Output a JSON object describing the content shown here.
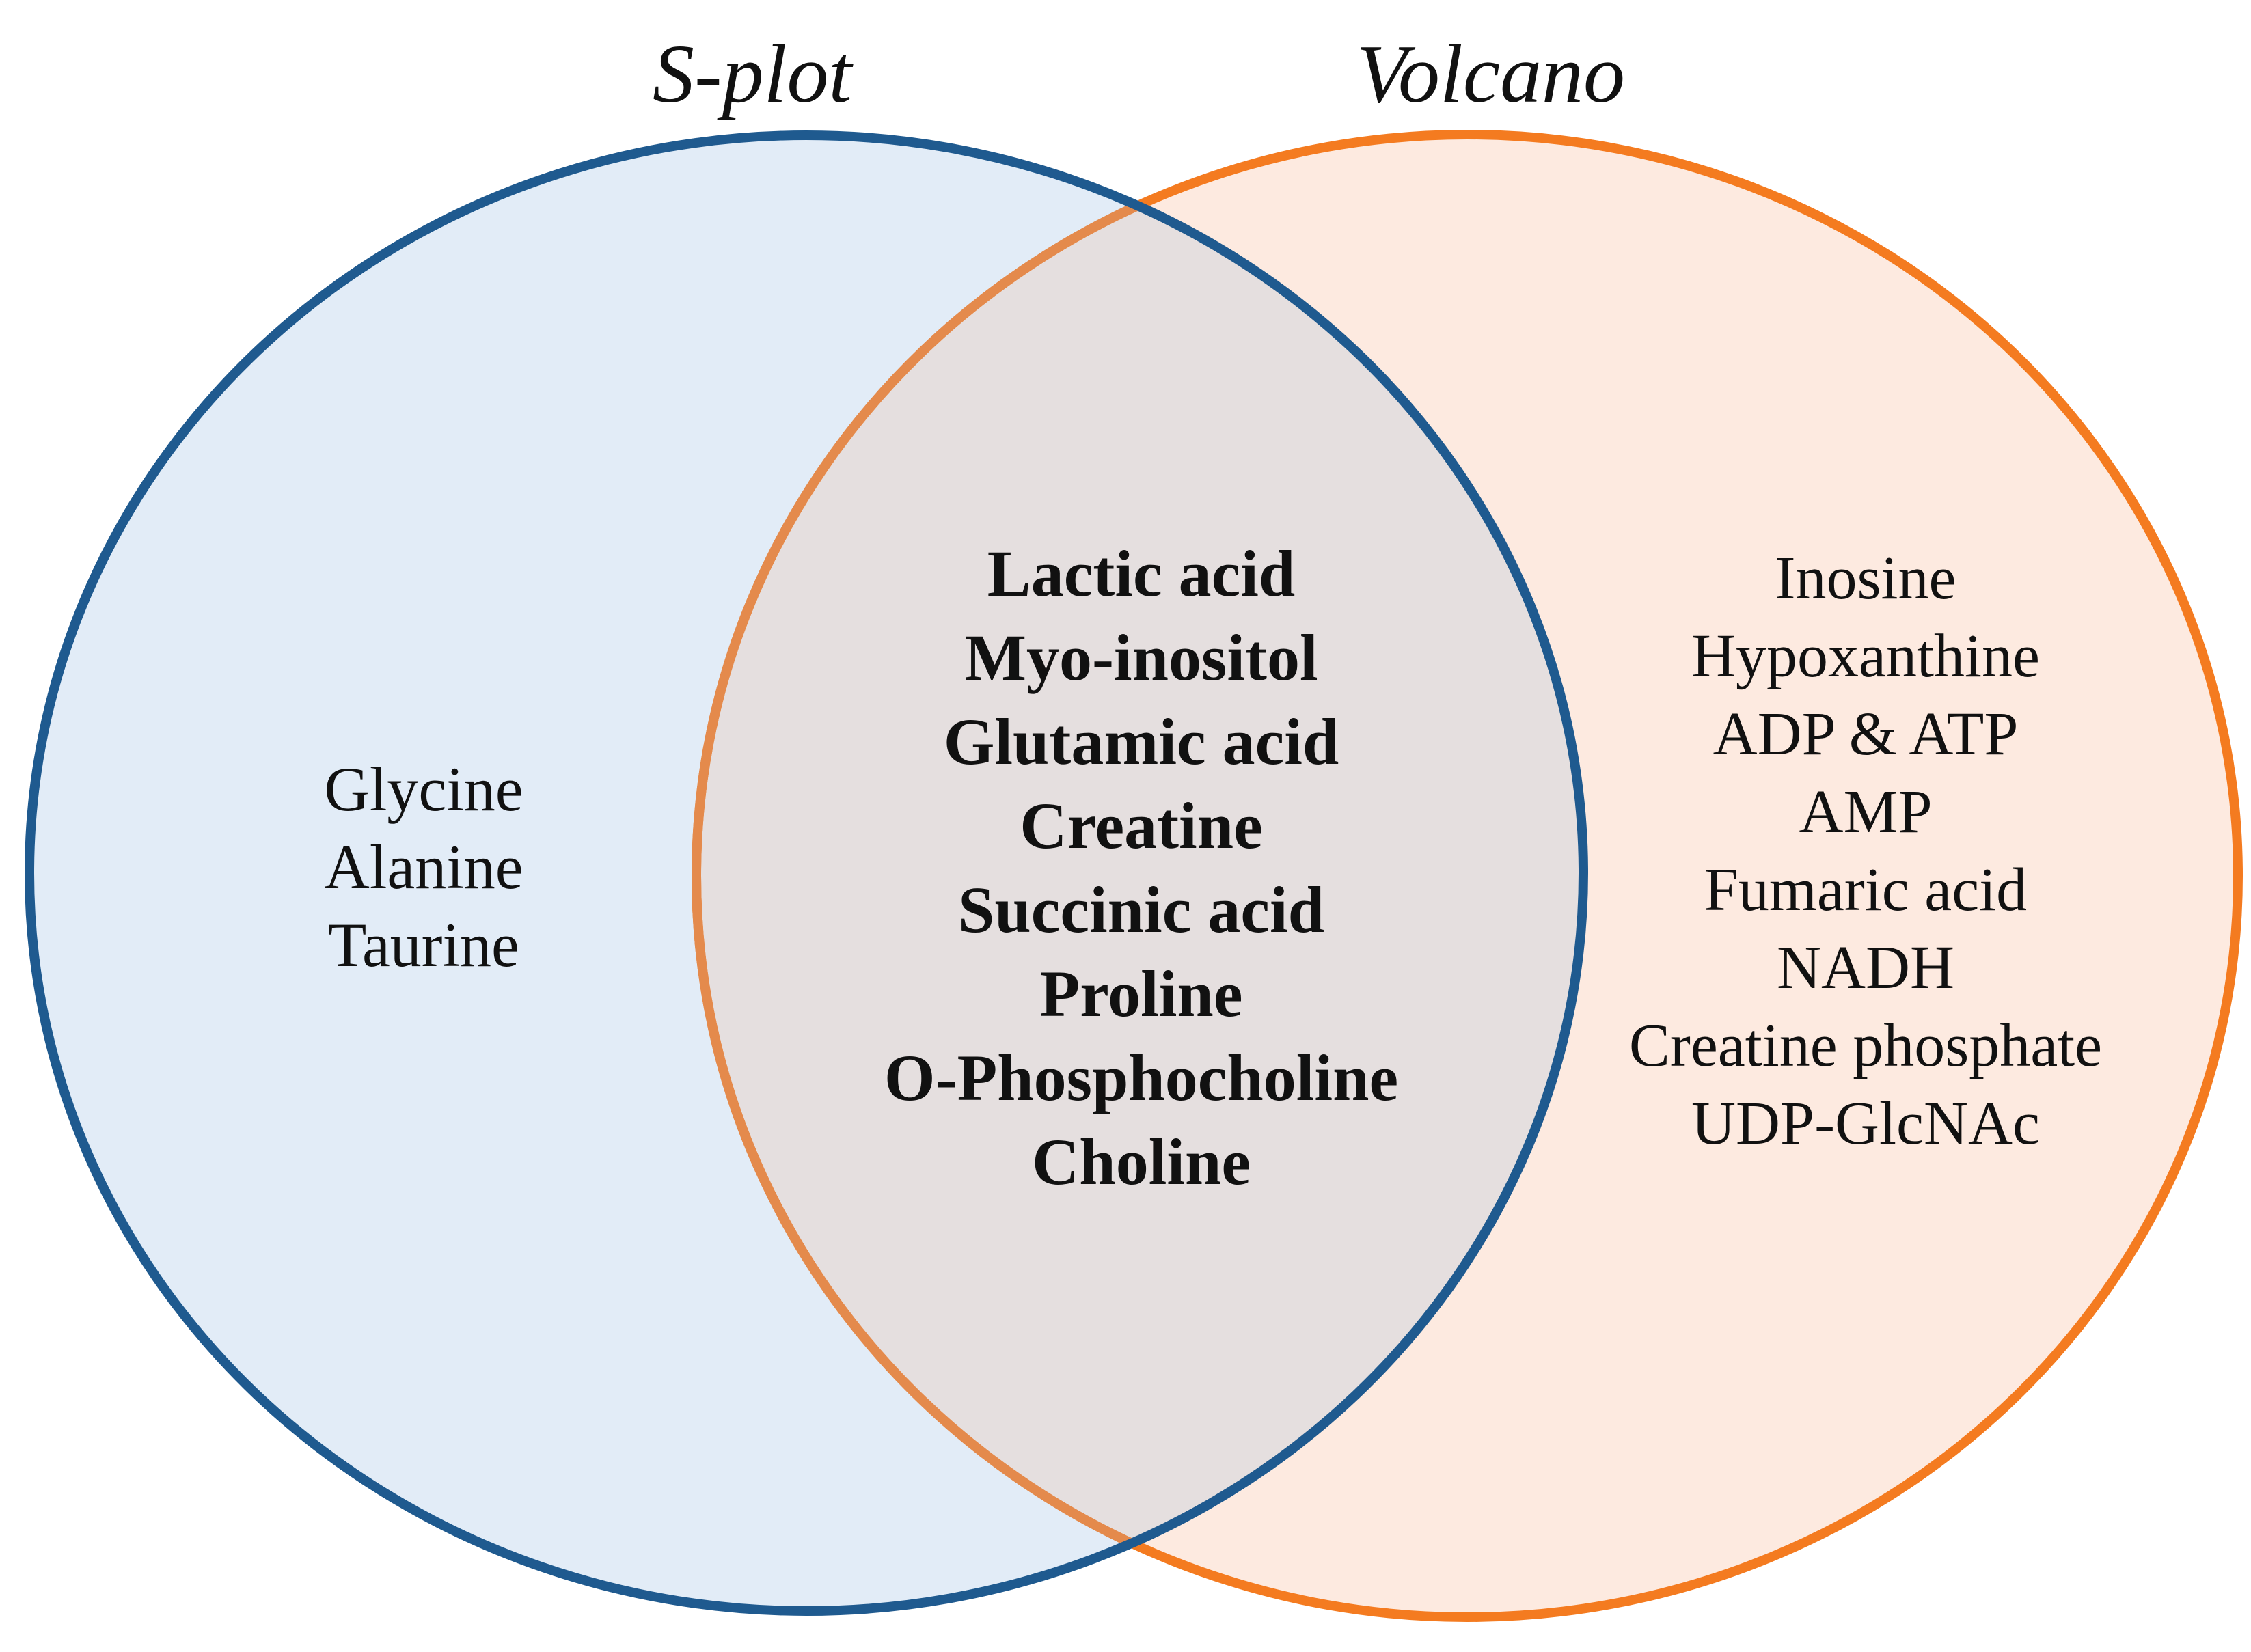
{
  "sets": {
    "left": {
      "label": "S-plot",
      "stroke": "#1f5a8f",
      "fill": "#e2ecf7"
    },
    "right": {
      "label": "Volcano",
      "stroke": "#f47b20",
      "fill": "#fdeae0"
    },
    "overlap": {
      "fill": "#e5dfdf",
      "stroke": "#e48a4c"
    }
  },
  "regions": {
    "left_only": [
      "Glycine",
      "Alanine",
      "Taurine"
    ],
    "intersection": [
      "Lactic acid",
      "Myo-inositol",
      "Glutamic acid",
      "Creatine",
      "Succinic acid",
      "Proline",
      "O-Phosphocholine",
      "Choline"
    ],
    "right_only": [
      "Inosine",
      "Hypoxanthine",
      "ADP & ATP",
      "AMP",
      "Fumaric acid",
      "NADH",
      "Creatine phosphate",
      "UDP-GlcNAc"
    ]
  }
}
